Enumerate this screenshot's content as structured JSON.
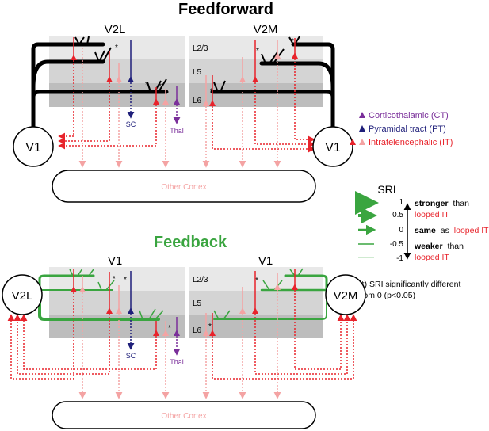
{
  "titles": {
    "feedforward": "Feedforward",
    "feedback": "Feedback"
  },
  "areas": {
    "ff_left": "V2L",
    "ff_right": "V2M",
    "ff_v1_left": "V1",
    "ff_v1_right": "V1",
    "fb_left_area": "V1",
    "fb_right_area": "V1",
    "fb_v2l": "V2L",
    "fb_v2m": "V2M",
    "other_cortex": "Other Cortex"
  },
  "layers": {
    "l23": "L2/3",
    "l5": "L5",
    "l6": "L6"
  },
  "targets": {
    "sc": "SC",
    "thal": "Thal"
  },
  "legend": {
    "ct": "Corticothalamic (CT)",
    "pt": "Pyramidal tract (PT)",
    "it": "Intratelencephalic (IT)"
  },
  "sri": {
    "title": "SRI",
    "ticks": [
      "1",
      "0.5",
      "0",
      "-0.5",
      "-1"
    ],
    "stronger_bold": "stronger",
    "stronger_rest": "than",
    "stronger_red": "looped IT",
    "same_bold": "same",
    "same_rest": "as",
    "same_red": "looped IT",
    "weaker_bold": "weaker",
    "weaker_rest": "than",
    "weaker_red": "looped IT"
  },
  "note": {
    "line1": "(*) SRI significantly different",
    "line2": "from 0 (p<0.05)"
  },
  "star": "*",
  "colors": {
    "ct": "#7a2f9a",
    "pt": "#1f1f7a",
    "it_dark": "#e8232b",
    "it_light": "#f4a3a3",
    "feedback": "#3aa540",
    "layer_l23": "#e8e8e8",
    "layer_l5": "#d4d4d4",
    "layer_l6": "#bdbdbd"
  }
}
